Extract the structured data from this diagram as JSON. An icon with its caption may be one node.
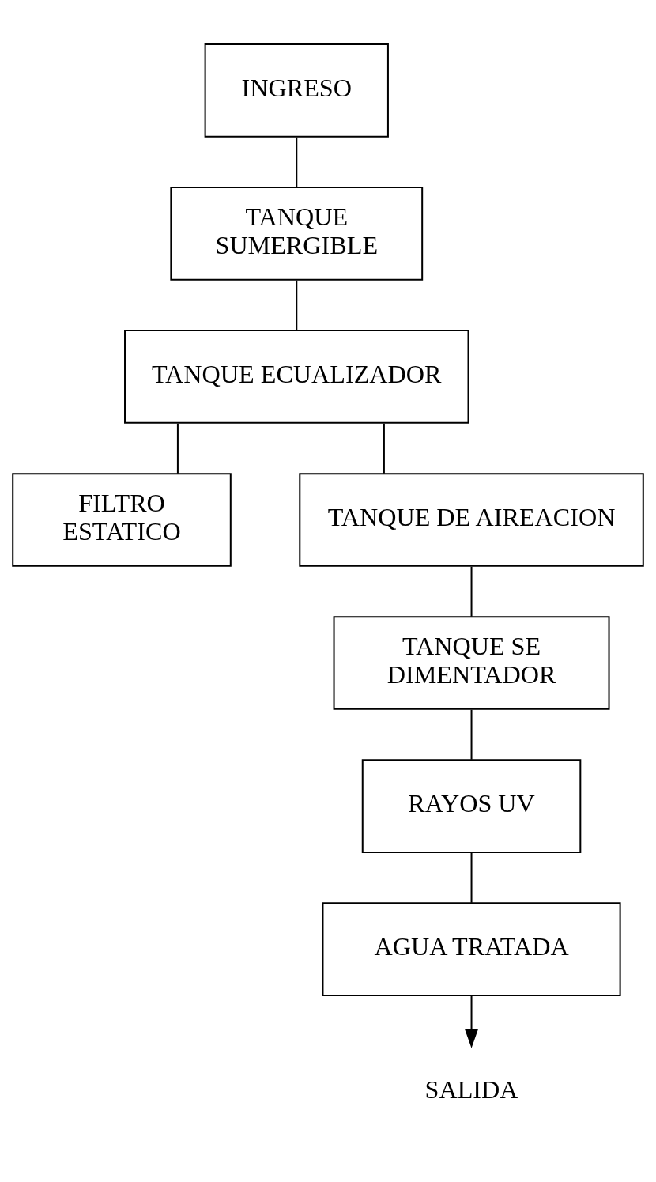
{
  "diagram": {
    "nodes": [
      {
        "text": [
          "INGRESO"
        ]
      },
      {
        "text": [
          "TANQUE SUMERGIBLE"
        ]
      },
      {
        "text": [
          "TANQUE ECUALIZADOR"
        ]
      },
      {
        "text": [
          "FILTRO ESTATICO"
        ]
      },
      {
        "text": [
          "TANQUE DE AIREACION"
        ]
      },
      {
        "text": [
          "TANQUE SE DIMENTADOR"
        ]
      },
      {
        "text": [
          "RAYOS UV"
        ]
      },
      {
        "text": [
          "AGUA TRATADA"
        ]
      },
      {
        "text": [
          "SALIDA"
        ]
      }
    ],
    "edges": [
      {
        "from": 0,
        "to": 1,
        "arrow": "none"
      },
      {
        "from": 1,
        "to": 2,
        "arrow": "none"
      },
      {
        "from": 2,
        "to": 3,
        "arrow": "none"
      },
      {
        "from": 2,
        "to": 4,
        "arrow": "none"
      },
      {
        "from": 4,
        "to": 5,
        "arrow": "none"
      },
      {
        "from": 5,
        "to": 6,
        "arrow": "none"
      },
      {
        "from": 6,
        "to": 7,
        "arrow": "none"
      },
      {
        "from": 7,
        "to": 8,
        "arrow": "to"
      }
    ]
  }
}
